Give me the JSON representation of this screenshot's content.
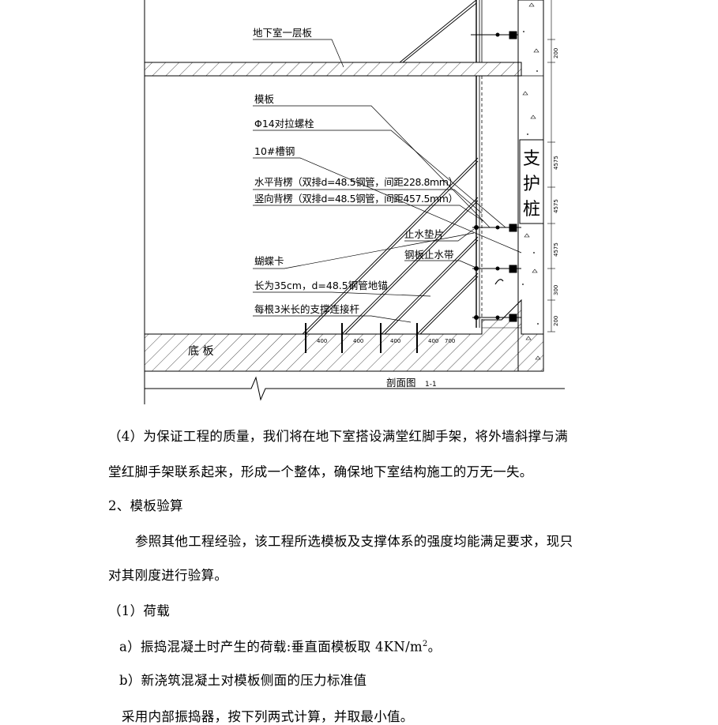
{
  "drawing": {
    "labels": {
      "floor_slab": "地下室一层板",
      "formwork": "模板",
      "tie_bolt": "Φ14对拉螺栓",
      "channel_steel": "10#槽钢",
      "horizontal_backing": "水平背楞（双排d=48.5钢管，间距228.8mm）",
      "vertical_backing": "竖向背楞（双排d=48.5钢管，间距457.5mm）",
      "water_stop_pad": "止水垫片",
      "steel_water_stop": "钢板止水带",
      "butterfly_clip": "蝴蝶卡",
      "ground_anchor": "长为35cm，d=48.5钢管地锚",
      "connecting_rod": "每根3米长的支撑连接杆",
      "base_slab": "底  板",
      "section_title": "剖面图",
      "section_number": "1-1",
      "pile_chars": [
        "支",
        "护",
        "桩"
      ]
    },
    "dims_vertical": [
      "4575",
      "4575",
      "4575",
      "300",
      "200"
    ],
    "dims_top": "200",
    "dims_bottom": [
      "400",
      "400",
      "400",
      "400",
      "700"
    ]
  },
  "text": {
    "p1_line1": "（4）为保证工程的质量，我们将在地下室搭设满堂红脚手架，将外墙斜撑与满",
    "p1_line2": "堂红脚手架联系起来，形成一个整体，确保地下室结构施工的万无一失。",
    "heading2": "2、模板验算",
    "p2_line1": "参照其他工程经验，该工程所选模板及支撑体系的强度均能满足要求，现只",
    "p2_line2": "对其刚度进行验算。",
    "sub1": "（1）荷载",
    "item_a_prefix": "a）振捣混凝土时产生的荷载:垂直面模板取 4KN/m",
    "item_a_sup": "2",
    "item_a_suffix": "。",
    "item_b": "b）新浇筑混凝土对模板侧面的压力标准值",
    "last_line": "采用内部振捣器，按下列两式计算，并取最小值。"
  }
}
